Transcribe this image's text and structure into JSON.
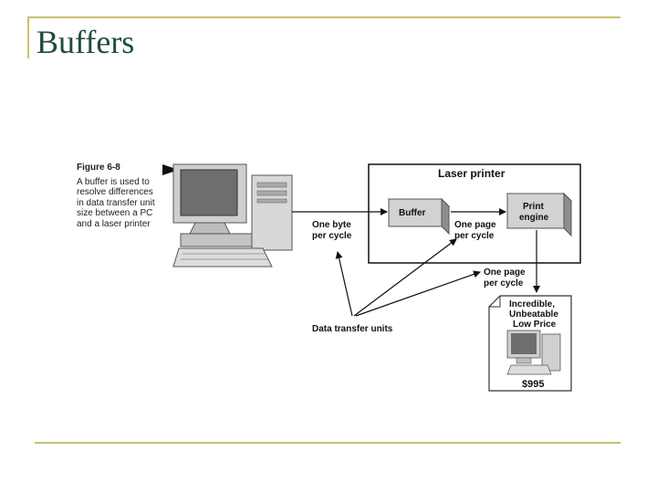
{
  "slide": {
    "title": "Buffers"
  },
  "figure": {
    "number": "Figure 6-8",
    "caption": "A buffer is used to resolve differences in data transfer unit size between a PC and a laser printer"
  },
  "diagram": {
    "printer_label": "Laser printer",
    "buffer_label": "Buffer",
    "engine_label_1": "Print",
    "engine_label_2": "engine",
    "byte_label_1": "One byte",
    "byte_label_2": "per cycle",
    "page_label_1": "One page",
    "page_label_2": "per cycle",
    "page_out_label_1": "One page",
    "page_out_label_2": "per cycle",
    "units_label": "Data transfer units",
    "ad_line_1": "Incredible,",
    "ad_line_2": "Unbeatable",
    "ad_line_3": "Low Price",
    "ad_price": "$995"
  }
}
